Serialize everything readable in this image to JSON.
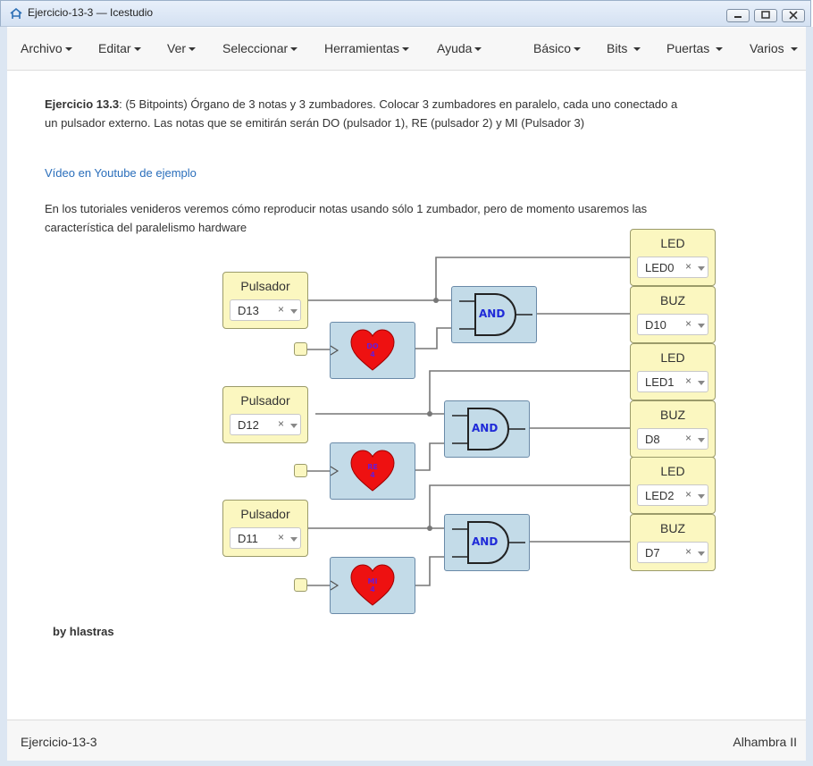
{
  "window": {
    "title": "Ejercicio-13-3 — Icestudio"
  },
  "menu": {
    "left": [
      "Archivo",
      "Editar",
      "Ver",
      "Seleccionar",
      "Herramientas",
      "Ayuda"
    ],
    "right": [
      "Básico",
      "Bits",
      "Puertas",
      "Varios"
    ]
  },
  "description": {
    "title": "Ejercicio 13.3",
    "text": ": (5 Bitpoints) Órgano de 3 notas y 3 zumbadores. Colocar 3 zumbadores en paralelo, cada uno conectado a un pulsador externo. Las notas que se emitirán serán DO (pulsador 1), RE (pulsador 2) y MI (Pulsador 3)",
    "link": "Vídeo en Youtube de ejemplo",
    "text2": "En los tutoriales venideros veremos cómo reproducir notas usando sólo 1 zumbador, pero de momento usaremos las característica del paralelismo hardware",
    "author": "by hlastras"
  },
  "circuit": {
    "inputs": [
      {
        "label": "Pulsador",
        "pin": "D13"
      },
      {
        "label": "Pulsador",
        "pin": "D12"
      },
      {
        "label": "Pulsador",
        "pin": "D11"
      }
    ],
    "notes": [
      {
        "name": "DO",
        "octave": "4"
      },
      {
        "name": "RE",
        "octave": "4"
      },
      {
        "name": "MI",
        "octave": "4"
      }
    ],
    "gate_label": "AND",
    "outputs": [
      {
        "label": "LED",
        "pin": "LED0"
      },
      {
        "label": "BUZ",
        "pin": "D10"
      },
      {
        "label": "LED",
        "pin": "LED1"
      },
      {
        "label": "BUZ",
        "pin": "D8"
      },
      {
        "label": "LED",
        "pin": "LED2"
      },
      {
        "label": "BUZ",
        "pin": "D7"
      }
    ],
    "clear_symbol": "×"
  },
  "status": {
    "left": "Ejercicio-13-3",
    "right": "Alhambra II"
  },
  "colors": {
    "heart": "#ee1111",
    "note_text": "#6a1bd4",
    "and_text": "#1f2ad8",
    "block": "#fbf7c0",
    "blue_block": "#c3dbe8"
  }
}
